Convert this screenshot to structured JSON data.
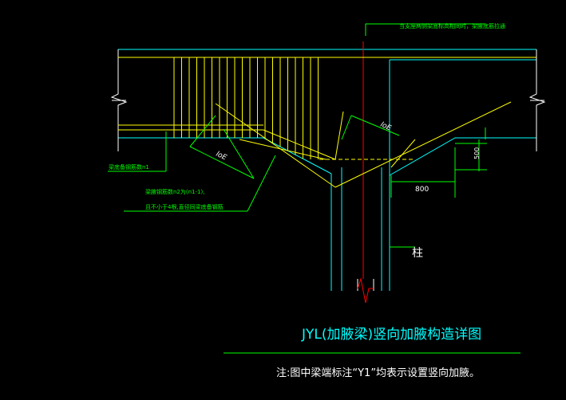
{
  "annotations": {
    "top_note": "当支座两侧梁底标高相同时，梁腋底筋拉通",
    "bottom_rebar": "梁底备钢筋数n1",
    "haunch_rebar_line1": "梁腋钢筋数n2为(n1-1),",
    "haunch_rebar_line2": "且不小于4根,直径同梁底备钢筋",
    "loe_left": "loE",
    "loe_right": "loE",
    "dim_500": "500",
    "dim_800": "800",
    "column_label": "柱"
  },
  "title": "JYL(加腋梁)竖向加腋构造详图",
  "note": "注:图中梁端标注“Y1”均表示设置竖向加腋。",
  "colors": {
    "background": "#000000",
    "beam_outline": "#00ffff",
    "rebar": "#ffff00",
    "leader": "#00ff00",
    "axis": "#ff0000",
    "border": "#ffffff",
    "title": "#00ffff",
    "note": "#ffffff"
  }
}
